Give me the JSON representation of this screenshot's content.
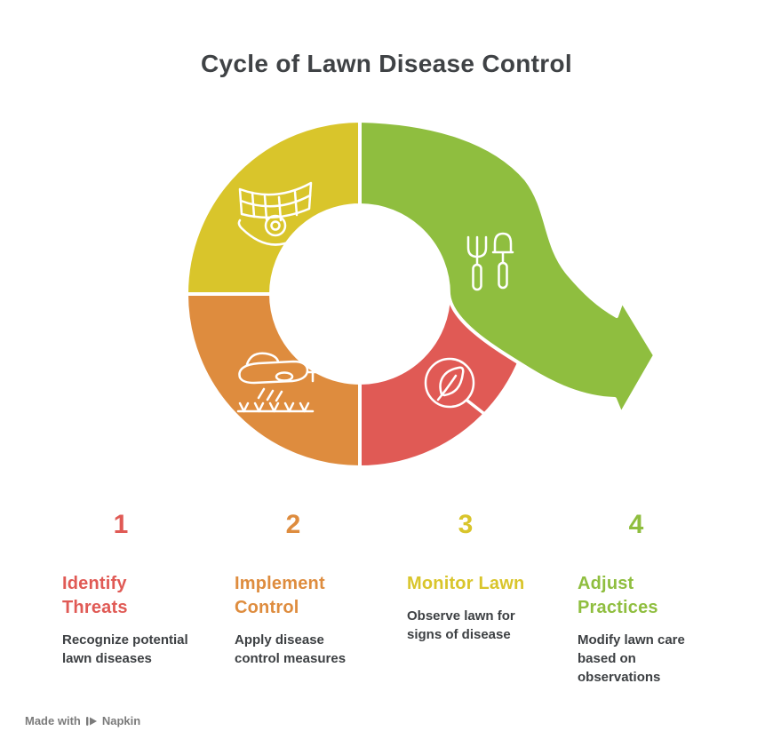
{
  "title": "Cycle of Lawn Disease Control",
  "colors": {
    "yellow": "#d9c52b",
    "green": "#8fbe3f",
    "orange": "#de8c3e",
    "red": "#e05a55",
    "title_text": "#3f4245",
    "body_text": "#3d4043",
    "footer_text": "#7b7b7b"
  },
  "cycle": {
    "type": "circular-cycle-with-exit-arrow",
    "segments": [
      {
        "quadrant": "top-left",
        "step": 3,
        "color": "#d9c52b",
        "icon": "pest-net-icon"
      },
      {
        "quadrant": "top-right-exit-arrow",
        "step": 4,
        "color": "#8fbe3f",
        "icon": "garden-tools-icon"
      },
      {
        "quadrant": "bottom-left",
        "step": 2,
        "color": "#de8c3e",
        "icon": "crop-duster-icon"
      },
      {
        "quadrant": "bottom-right",
        "step": 1,
        "color": "#e05a55",
        "icon": "leaf-magnifier-icon"
      }
    ]
  },
  "steps": [
    {
      "number": "1",
      "color": "#e05a55",
      "title_lines": [
        "Identify",
        "Threats"
      ],
      "description_lines": [
        "Recognize potential",
        "lawn diseases"
      ]
    },
    {
      "number": "2",
      "color": "#de8c3e",
      "title_lines": [
        "Implement",
        "Control"
      ],
      "description_lines": [
        "Apply disease",
        "control measures"
      ]
    },
    {
      "number": "3",
      "color": "#d9c52b",
      "title_lines": [
        "Monitor Lawn"
      ],
      "description_lines": [
        "Observe lawn for",
        "signs of disease"
      ]
    },
    {
      "number": "4",
      "color": "#8fbe3f",
      "title_lines": [
        "Adjust",
        "Practices"
      ],
      "description_lines": [
        "Modify lawn care",
        "based on",
        "observations"
      ]
    }
  ],
  "footer": {
    "made_with": "Made with",
    "brand": "Napkin"
  }
}
